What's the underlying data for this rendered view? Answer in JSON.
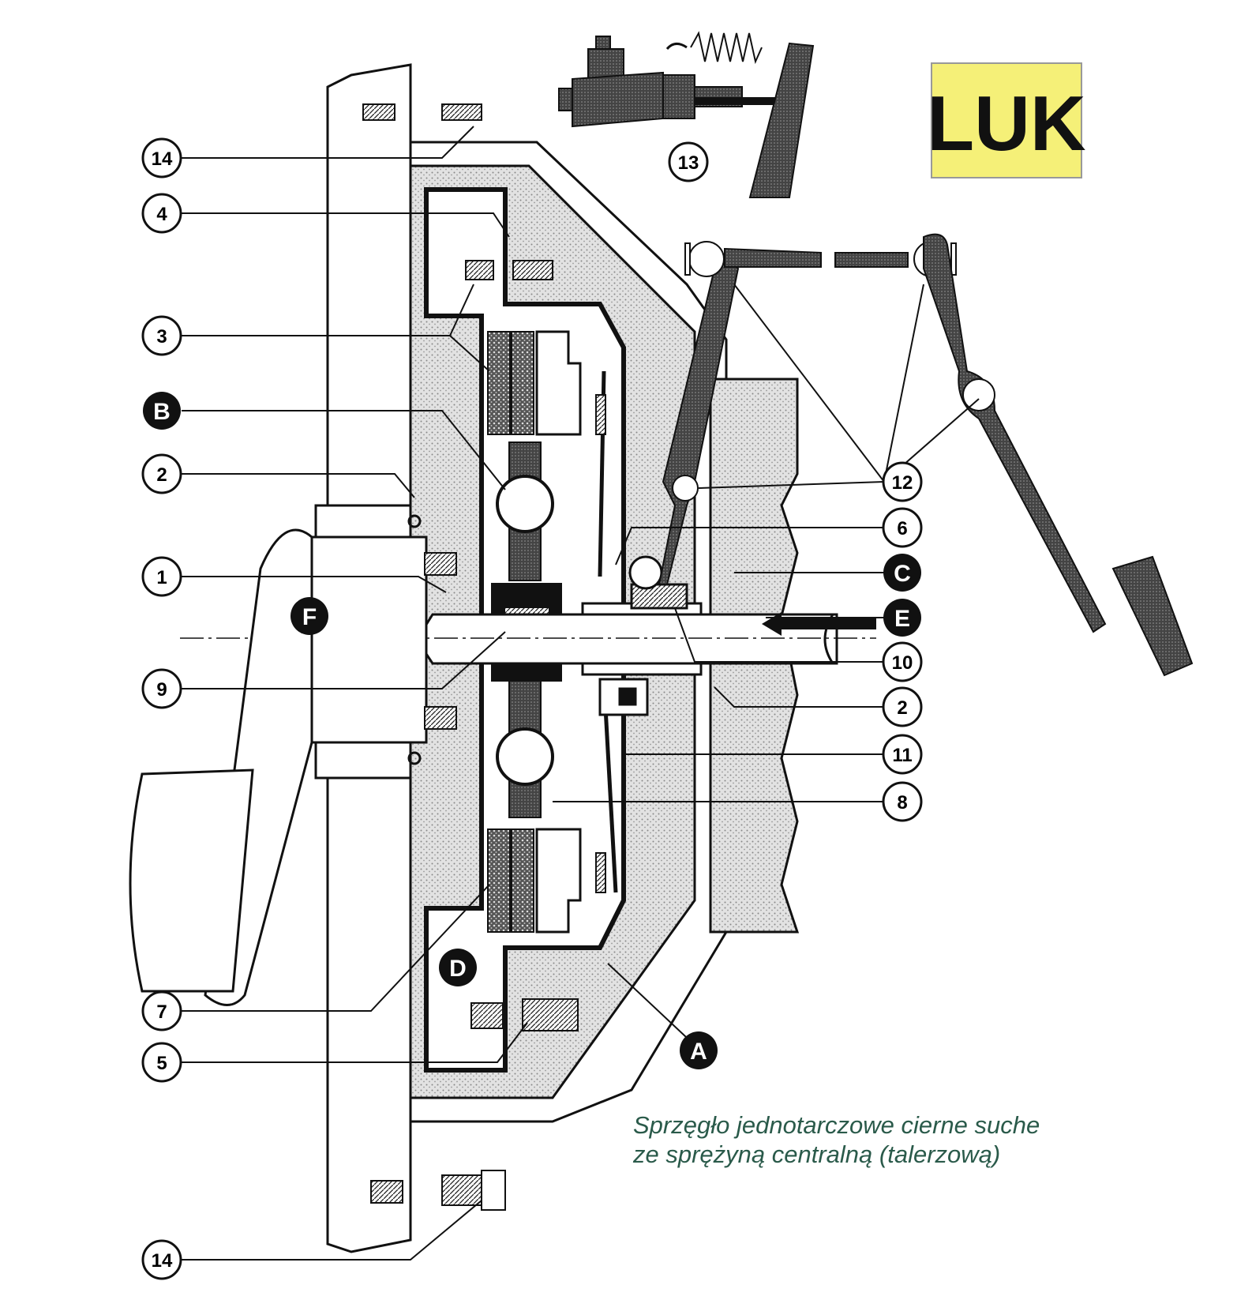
{
  "logo": {
    "text": "LUK",
    "background_color": "#f5f078"
  },
  "caption": {
    "line1": "Sprzęgło jednotarczowe cierne suche",
    "line2": "ze sprężyną centralną (talerzową)",
    "color": "#2a5a4a"
  },
  "callouts": {
    "c14a": "14",
    "c4": "4",
    "c3": "3",
    "cB": "B",
    "c2a": "2",
    "c1": "1",
    "cF": "F",
    "c9": "9",
    "c7": "7",
    "c5": "5",
    "c14b": "14",
    "c13": "13",
    "cA": "A",
    "cD": "D",
    "c12": "12",
    "c6": "6",
    "cC": "C",
    "cE": "E",
    "c10": "10",
    "c2b": "2",
    "c11": "11",
    "c8": "8"
  }
}
